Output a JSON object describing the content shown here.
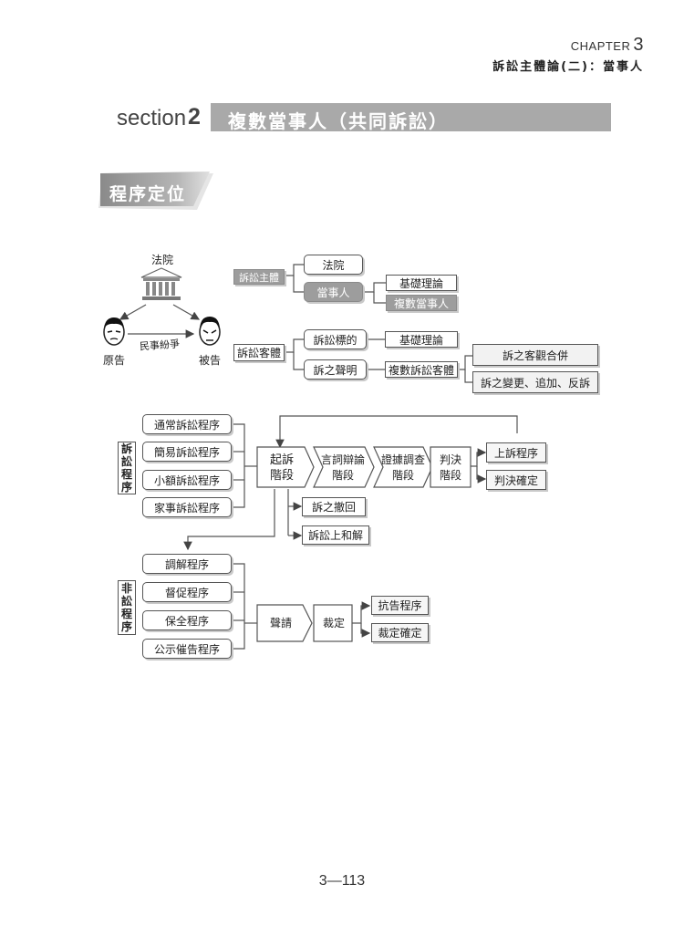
{
  "header": {
    "chapter_label": "CHAPTER",
    "chapter_number": "3",
    "chapter_title": "訴訟主體論(二)：當事人"
  },
  "section": {
    "word": "section",
    "number": "2",
    "title": "複數當事人（共同訴訟）"
  },
  "badge": {
    "label": "程序定位"
  },
  "parties": {
    "court": "法院",
    "plaintiff": "原告",
    "defendant": "被告",
    "dispute": "民事紛爭"
  },
  "subjects": {
    "label": "訴訟主體",
    "court": "法院",
    "party": "當事人",
    "basic_theory": "基礎理論",
    "multiple_parties": "複數當事人"
  },
  "objects": {
    "label": "訴訟客體",
    "subject_matter": "訴訟標的",
    "claim_statement": "訴之聲明",
    "basic_theory": "基礎理論",
    "multiple_objects": "複數訴訟客體",
    "objective_joinder": "訴之客觀合併",
    "amendment": "訴之變更、追加、反訴"
  },
  "litigation": {
    "side_label": "訴訟程序",
    "procedures": [
      "通常訴訟程序",
      "簡易訴訟程序",
      "小額訴訟程序",
      "家事訴訟程序"
    ],
    "stages": [
      {
        "l1": "起訴",
        "l2": "階段"
      },
      {
        "l1": "言詞辯論",
        "l2": "階段"
      },
      {
        "l1": "證據調查",
        "l2": "階段"
      },
      {
        "l1": "判決",
        "l2": "階段"
      }
    ],
    "withdrawal": "訴之撤回",
    "settlement": "訴訟上和解",
    "appeal": "上訴程序",
    "final_judgment": "判決確定"
  },
  "non_litigation": {
    "side_label": "非訟程序",
    "procedures": [
      "調解程序",
      "督促程序",
      "保全程序",
      "公示催告程序"
    ],
    "petition": "聲請",
    "ruling": "裁定",
    "interlocutory_appeal": "抗告程序",
    "final_ruling": "裁定確定"
  },
  "footer": {
    "page_number": "3—113"
  }
}
